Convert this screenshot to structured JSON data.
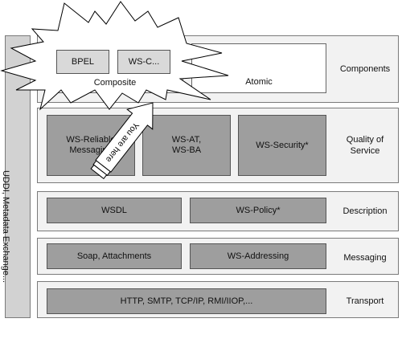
{
  "sidebar": {
    "label": "UDDI, Metadata Exchange..."
  },
  "layers": {
    "components": {
      "label": "Components",
      "composite": {
        "label": "Composite",
        "bpel": "BPEL",
        "ws_c": "WS-C..."
      },
      "atomic": "Atomic"
    },
    "qos": {
      "label": "Quality of Service",
      "reliable": "WS-Reliable Messaging",
      "at_ba": "WS-AT, WS-BA",
      "security": "WS-Security*"
    },
    "description": {
      "label": "Description",
      "wsdl": "WSDL",
      "policy": "WS-Policy*"
    },
    "messaging": {
      "label": "Messaging",
      "soap": "Soap, Attachments",
      "addressing": "WS-Addressing"
    },
    "transport": {
      "label": "Transport",
      "protocols": "HTTP, SMTP, TCP/IP, RMI/IIOP,..."
    }
  },
  "callout": {
    "text": "You are here"
  }
}
